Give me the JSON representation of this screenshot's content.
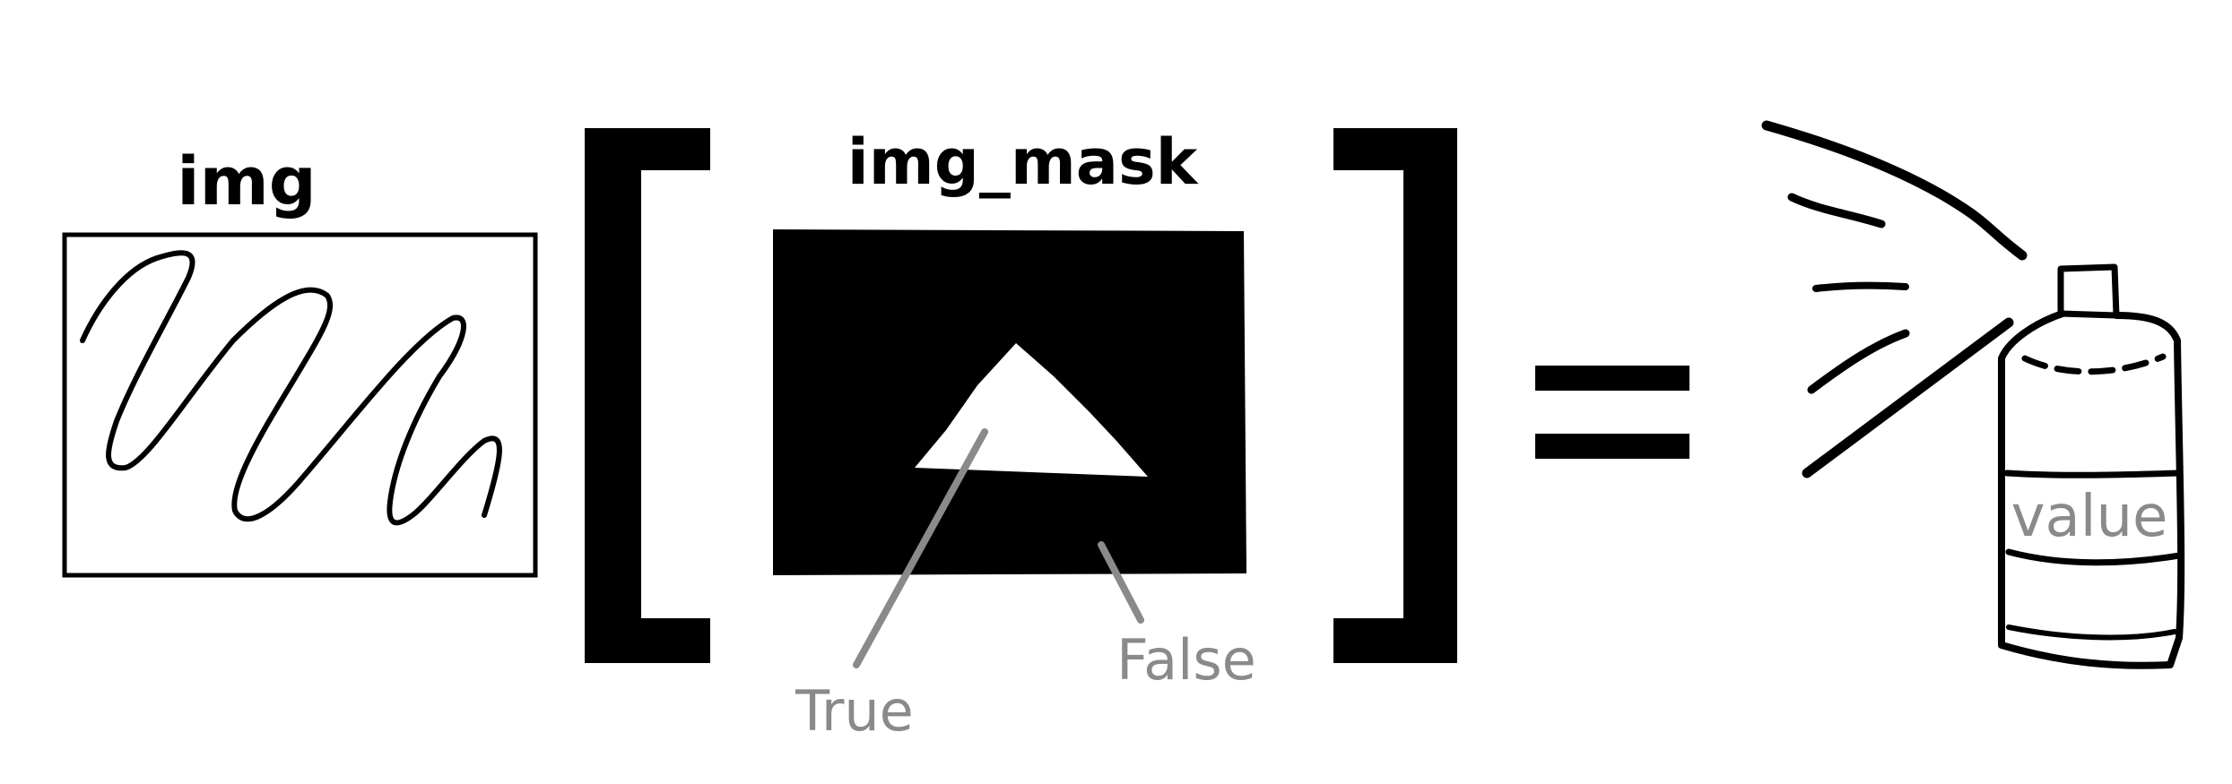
{
  "labels": {
    "img": "img",
    "img_mask": "img_mask",
    "true_label": "True",
    "false_label": "False",
    "value": "value"
  },
  "colors": {
    "ink": "#000000",
    "annotation": "#8a8a8a",
    "background": "#ffffff"
  },
  "icons": {
    "equals": "equals-sign",
    "spray": "spray-can-icon",
    "triangle": "triangle-mask-region",
    "squiggle": "squiggle-image"
  }
}
